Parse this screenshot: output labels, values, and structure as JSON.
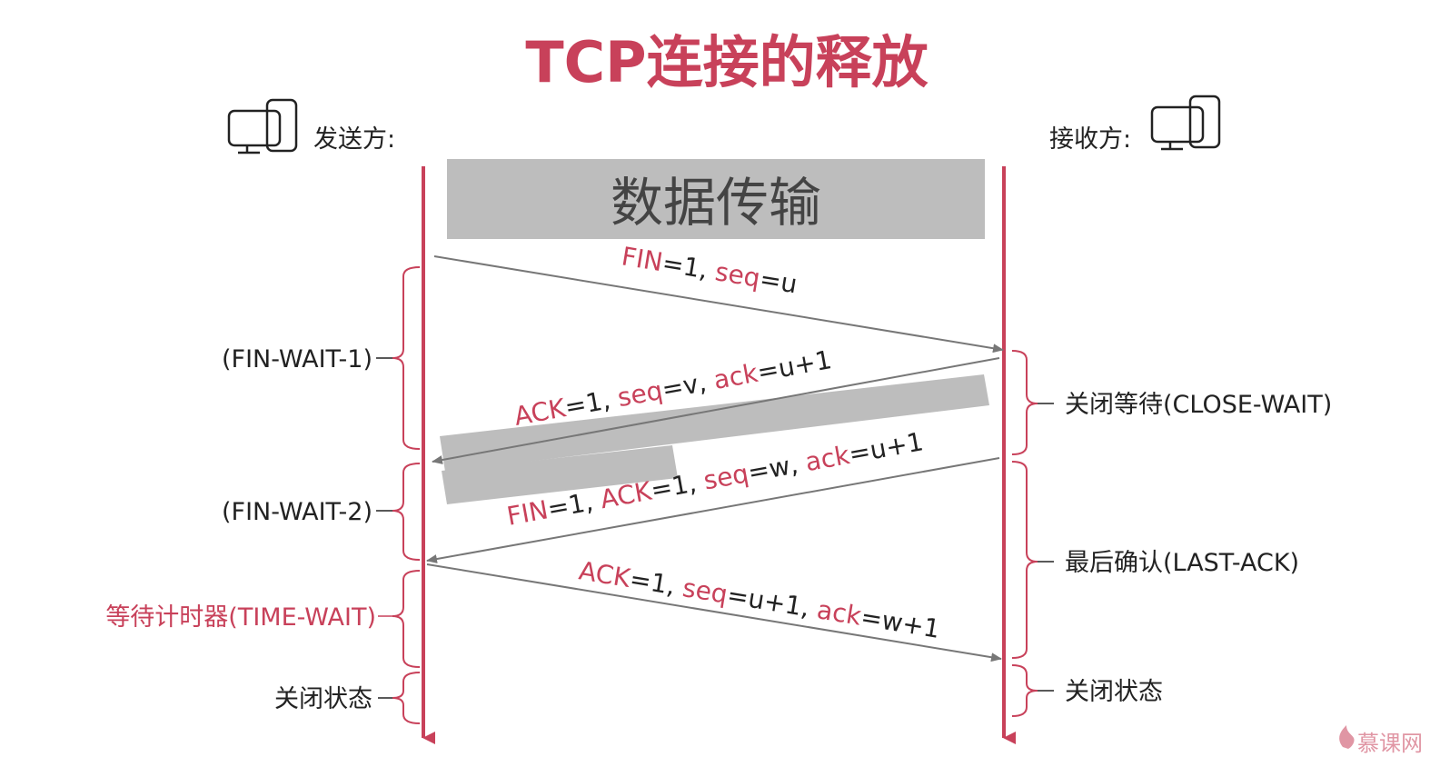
{
  "title": "TCP连接的释放",
  "sender_label": "发送方:",
  "receiver_label": "接收方:",
  "data_transfer_label": "数据传输",
  "colors": {
    "accent": "#c8415a",
    "timeline": "#c8415a",
    "arrow": "#777777",
    "bar": "#bdbdbd",
    "text": "#222222",
    "bracket": "#c8415a"
  },
  "messages": {
    "m1": [
      {
        "text": "FIN",
        "accent": true
      },
      {
        "text": "=1, ",
        "accent": false
      },
      {
        "text": "seq",
        "accent": true
      },
      {
        "text": "=u",
        "accent": false
      }
    ],
    "m2": [
      {
        "text": "ACK",
        "accent": true
      },
      {
        "text": "=1, ",
        "accent": false
      },
      {
        "text": "seq",
        "accent": true
      },
      {
        "text": "=v, ",
        "accent": false
      },
      {
        "text": "ack",
        "accent": true
      },
      {
        "text": "=u+1",
        "accent": false
      }
    ],
    "m3": [
      {
        "text": "FIN",
        "accent": true
      },
      {
        "text": "=1, ",
        "accent": false
      },
      {
        "text": "ACK",
        "accent": true
      },
      {
        "text": "=1, ",
        "accent": false
      },
      {
        "text": "seq",
        "accent": true
      },
      {
        "text": "=w, ",
        "accent": false
      },
      {
        "text": "ack",
        "accent": true
      },
      {
        "text": "=u+1",
        "accent": false
      }
    ],
    "m4": [
      {
        "text": "ACK",
        "accent": true
      },
      {
        "text": "=1, ",
        "accent": false
      },
      {
        "text": "seq",
        "accent": true
      },
      {
        "text": "=u+1, ",
        "accent": false
      },
      {
        "text": "ack",
        "accent": true
      },
      {
        "text": "=w+1",
        "accent": false
      }
    ]
  },
  "sender_states": {
    "fin_wait_1": "(FIN-WAIT-1)",
    "fin_wait_2": "(FIN-WAIT-2)",
    "time_wait": "等待计时器(TIME-WAIT)",
    "closed": "关闭状态"
  },
  "receiver_states": {
    "close_wait": "关闭等待(CLOSE-WAIT)",
    "last_ack": "最后确认(LAST-ACK)",
    "closed": "关闭状态"
  },
  "watermark": "慕课网",
  "icons": {
    "sender": "computer-icon",
    "receiver": "computer-icon"
  }
}
